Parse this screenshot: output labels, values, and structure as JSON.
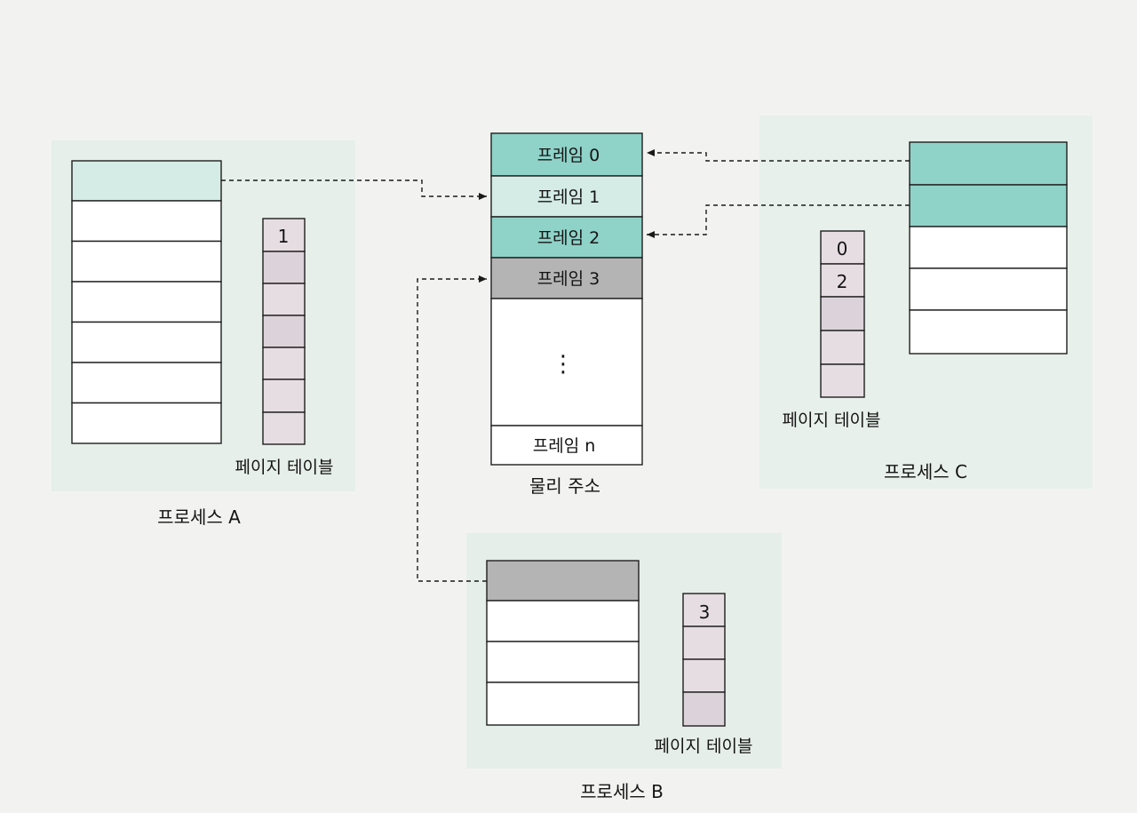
{
  "frames": [
    "프레임 0",
    "프레임 1",
    "프레임 2",
    "프레임 3",
    "⋮",
    "프레임 n"
  ],
  "physical_label": "물리 주소",
  "process_a": {
    "label": "프로세스 A",
    "table_label": "페이지 테이블",
    "table_entries": [
      "1",
      "",
      "",
      "",
      "",
      ""
    ]
  },
  "process_b": {
    "label": "프로세스 B",
    "table_label": "페이지 테이블",
    "table_entries": [
      "3",
      "",
      ""
    ]
  },
  "process_c": {
    "label": "프로세스 C",
    "table_label": "페이지 테이블",
    "table_entries": [
      "0",
      "2",
      "",
      ""
    ]
  },
  "colors": {
    "teal": "#8fd2c8",
    "light_teal": "#d5ece6",
    "gray": "#b4b4b4",
    "table_pink": "#e6dde3",
    "table_pink_dark": "#dcd3da",
    "white": "#ffffff",
    "panel": "#e5efe9"
  }
}
